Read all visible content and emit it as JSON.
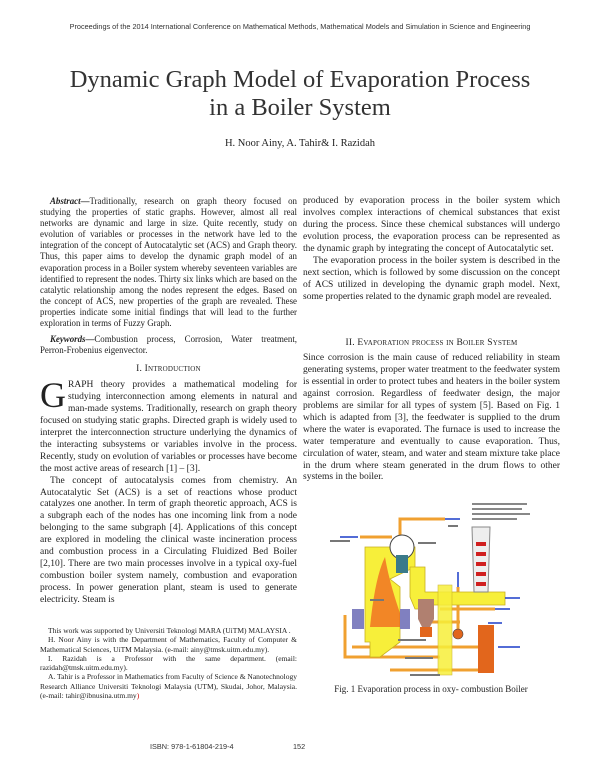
{
  "running_header": "Proceedings of the 2014 International Conference on Mathematical Methods, Mathematical Models and Simulation in Science and Engineering",
  "title_line1": "Dynamic Graph Model of Evaporation Process",
  "title_line2": "in a Boiler System",
  "authors": "H. Noor Ainy, A. Tahir& I. Razidah",
  "abstract": {
    "label": "Abstract",
    "dash": "—",
    "text": "Traditionally, research on graph theory focused on studying the properties of static graphs. However, almost all real networks are dynamic and large in size. Quite recently, study on evolution of variables or processes in the network have led to the integration of the concept of Autocatalytic set (ACS) and Graph theory. Thus, this paper aims to develop the dynamic graph model of an evaporation process in a Boiler system whereby seventeen variables are identified to represent the nodes. Thirty six links which are based on the catalytic relationship among the nodes represent the edges. Based on the concept of ACS, new properties of the graph are revealed. These properties indicate some initial findings that will lead to the further exploration in terms of Fuzzy Graph."
  },
  "keywords": {
    "label": "Keywords",
    "dash": "—",
    "text": "Combustion process, Corrosion, Water treatment, Perron-Frobenius eigenvector."
  },
  "section1": {
    "heading": "I.  Introduction",
    "drop_cap": "G",
    "p1": "RAPH theory provides a mathematical modeling for studying interconnection among elements in natural and man-made systems. Traditionally, research on graph theory focused on studying static graphs. Directed graph is widely used to interpret the interconnection structure underlying the dynamics of the interacting subsystems or variables involve in the process. Recently, study on evolution of variables or processes have become the most active areas of research [1] – [3].",
    "p2": "The concept of autocatalysis comes from chemistry. An Autocatalytic Set (ACS) is a set of reactions whose product catalyzes one another. In term of graph theoretic approach, ACS is a subgraph each of the nodes has one incoming link from a node belonging to the same subgraph [4]. Applications of this concept are explored in modeling the clinical waste incineration process and combustion process in a Circulating Fluidized Bed Boiler [2,10]. There are two main processes involve in a typical oxy-fuel combustion boiler system namely, combustion and evaporation process. In power generation plant, steam is used to generate electricity. Steam is",
    "p3": "produced by evaporation process in the boiler system which involves complex interactions of chemical substances that exist during the process. Since these chemical substances will undergo evolution process, the evaporation process can be represented as the dynamic graph by integrating the concept of Autocatalytic set.",
    "p4": "The evaporation process in the boiler system is described in the next section, which is followed by some discussion on the concept of ACS utilized in developing the dynamic graph model. Next, some properties related to the dynamic graph model are revealed."
  },
  "section2": {
    "heading": "II.  Evaporation process in Boiler System",
    "p1": "Since corrosion is the main cause of reduced reliability in steam generating systems, proper water treatment to the feedwater system is essential in order to protect tubes and heaters in the boiler system against corrosion. Regardless of feedwater design, the major problems are similar for all types of system [5]. Based on Fig. 1 which is adapted from [3], the feedwater is supplied to the drum where the water is evaporated. The furnace is used to increase the water temperature and eventually to cause evaporation. Thus, circulation of water, steam, and water and steam mixture take place in the drum where steam generated in the drum flows to other systems in the boiler."
  },
  "footnotes": [
    "This work was supported by Universiti Teknologi MARA (UiTM) MALAYSIA .",
    "H. Noor Ainy is with the Department of Mathematics, Faculty of Computer & Mathematical Sciences, UiTM Malaysia. (e-mail: ainy@tmsk.uitm.edu.my).",
    "I. Razidah is a Professor with the same department. (email: razidah@tmsk.uitm.edu.my).",
    "A. Tahir is a Professor in Mathematics from Faculty of Science & Nanotechnology Research Alliance Universiti Teknologi Malaysia (UTM), Skudai, Johor, Malaysia. (e-mail: tahir@ibnusina.utm.my"
  ],
  "footnote_close": ")",
  "figure": {
    "caption": "Fig. 1  Evaporation process in oxy- combustion Boiler",
    "colors": {
      "boiler": "#f7ef3a",
      "flame": "#f05a1e",
      "pipe": "#f0a030",
      "unit": "#e2661c",
      "arrow": "#1a3cc8"
    }
  },
  "footer": {
    "isbn": "ISBN: 978-1-61804-219-4",
    "page_number": "152"
  }
}
